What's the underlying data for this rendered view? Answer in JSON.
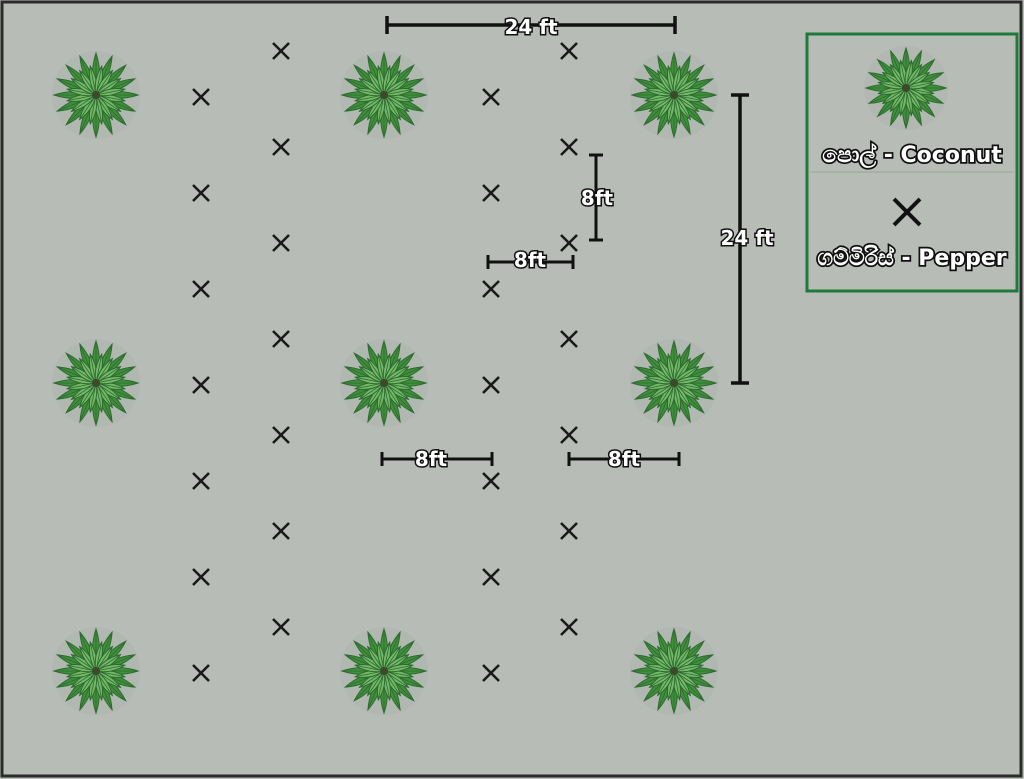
{
  "colors": {
    "background": "#b7bcb6",
    "border": "#2b2b2b",
    "legend_border": "#1f7a3a",
    "palm_dark": "#2e6b2f",
    "palm_mid": "#3f8f3c",
    "palm_light": "#74b86a",
    "marker": "#1a1a1a"
  },
  "coconut_palms": [
    {
      "col": 0,
      "row": 0
    },
    {
      "col": 1,
      "row": 0
    },
    {
      "col": 2,
      "row": 0
    },
    {
      "col": 0,
      "row": 1
    },
    {
      "col": 1,
      "row": 1
    },
    {
      "col": 2,
      "row": 1
    },
    {
      "col": 0,
      "row": 2
    },
    {
      "col": 1,
      "row": 2
    },
    {
      "col": 2,
      "row": 2
    }
  ],
  "pepper_columns": [
    "a",
    "b",
    "c",
    "d"
  ],
  "pepper_rows": 7,
  "dimensions": {
    "top_span": "24 ft",
    "right_span": "24 ft",
    "vertical_spacing": "8ft",
    "horizontal_spacing": "8ft",
    "left_gap": "8ft",
    "right_gap": "8ft"
  },
  "legend": {
    "coconut_label": "පොල් - Coconut",
    "pepper_label": "ගම්මිරිස් - Pepper",
    "coconut_icon": "palm-tree-icon",
    "pepper_icon": "cross-marker-icon"
  }
}
